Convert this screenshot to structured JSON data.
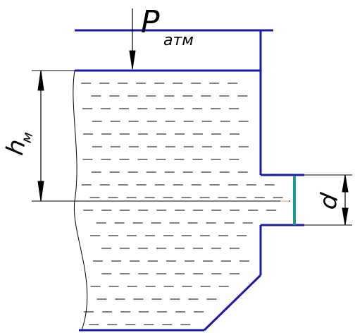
{
  "labels": {
    "pressure_symbol": "P",
    "pressure_subscript": "атм",
    "height_symbol": "h",
    "height_subscript": "м",
    "diameter_symbol": "d"
  },
  "colors": {
    "tank_outline": "#1a1aa8",
    "nozzle": "#1a9a8c",
    "dimension_line": "#000000",
    "liquid_hatch": "#000000",
    "background": "#ffffff"
  }
}
